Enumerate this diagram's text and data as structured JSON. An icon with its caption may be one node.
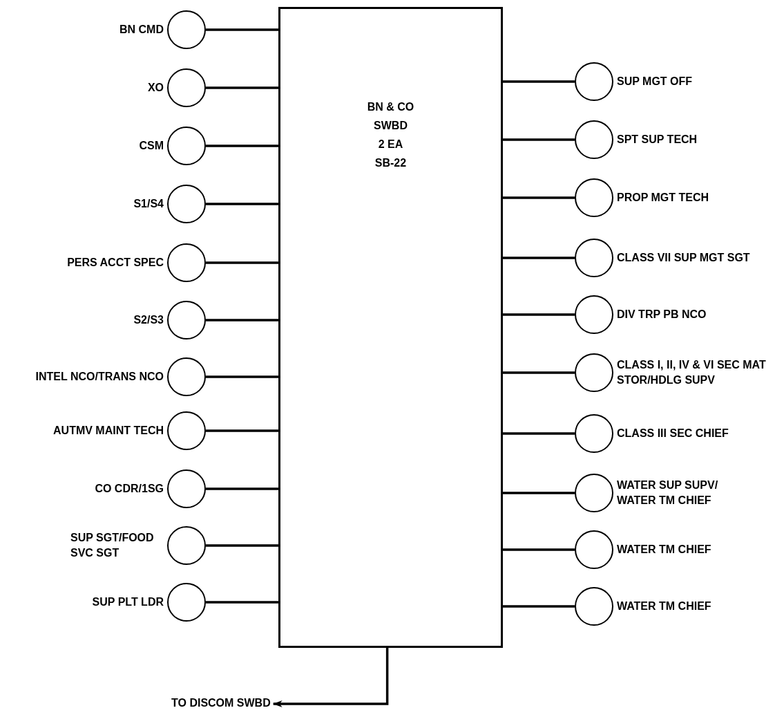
{
  "diagram": {
    "nodes": [
      {
        "text": [
          "BN & CO SWBD",
          "2 EA",
          "SB-22"
        ]
      },
      {
        "text": [
          "BN CMD"
        ]
      },
      {
        "text": [
          "XO"
        ]
      },
      {
        "text": [
          "CSM"
        ]
      },
      {
        "text": [
          "S1/S4"
        ]
      },
      {
        "text": [
          "PERS ACCT SPEC"
        ]
      },
      {
        "text": [
          "S2/S3"
        ]
      },
      {
        "text": [
          "INTEL NCO/TRANS NCO"
        ]
      },
      {
        "text": [
          "AUTMV MAINT TECH"
        ]
      },
      {
        "text": [
          "CO CDR/1SG"
        ]
      },
      {
        "text": [
          "SUP SGT/FOOD SVC SGT"
        ]
      },
      {
        "text": [
          "SUP PLT LDR"
        ]
      },
      {
        "text": [
          "SUP MGT OFF"
        ]
      },
      {
        "text": [
          "SPT SUP TECH"
        ]
      },
      {
        "text": [
          "PROP MGT TECH"
        ]
      },
      {
        "text": [
          "CLASS VII SUP MGT SGT"
        ]
      },
      {
        "text": [
          "DIV TRP PB NCO"
        ]
      },
      {
        "text": [
          "CLASS I, II, IV & VI SEC MAT STOR/HDLG SUPV"
        ]
      },
      {
        "text": [
          "CLASS III SEC CHIEF"
        ]
      },
      {
        "text": [
          "WATER SUP SUPV/ WATER TM CHIEF"
        ]
      },
      {
        "text": [
          "WATER TM CHIEF"
        ]
      },
      {
        "text": [
          "WATER TM CHIEF"
        ]
      },
      {
        "text": [
          "TO DISCOM SWBD"
        ]
      }
    ],
    "edges": [
      {
        "from": 1,
        "to": 0,
        "arrow": "none"
      },
      {
        "from": 2,
        "to": 0,
        "arrow": "none"
      },
      {
        "from": 3,
        "to": 0,
        "arrow": "none"
      },
      {
        "from": 4,
        "to": 0,
        "arrow": "none"
      },
      {
        "from": 5,
        "to": 0,
        "arrow": "none"
      },
      {
        "from": 6,
        "to": 0,
        "arrow": "none"
      },
      {
        "from": 7,
        "to": 0,
        "arrow": "none"
      },
      {
        "from": 8,
        "to": 0,
        "arrow": "none"
      },
      {
        "from": 9,
        "to": 0,
        "arrow": "none"
      },
      {
        "from": 10,
        "to": 0,
        "arrow": "none"
      },
      {
        "from": 11,
        "to": 0,
        "arrow": "none"
      },
      {
        "from": 12,
        "to": 0,
        "arrow": "none"
      },
      {
        "from": 13,
        "to": 0,
        "arrow": "none"
      },
      {
        "from": 14,
        "to": 0,
        "arrow": "none"
      },
      {
        "from": 15,
        "to": 0,
        "arrow": "none"
      },
      {
        "from": 16,
        "to": 0,
        "arrow": "none"
      },
      {
        "from": 17,
        "to": 0,
        "arrow": "none"
      },
      {
        "from": 18,
        "to": 0,
        "arrow": "none"
      },
      {
        "from": 19,
        "to": 0,
        "arrow": "none"
      },
      {
        "from": 20,
        "to": 0,
        "arrow": "none"
      },
      {
        "from": 21,
        "to": 0,
        "arrow": "none"
      },
      {
        "from": 0,
        "to": 22,
        "arrow": "to"
      }
    ]
  }
}
